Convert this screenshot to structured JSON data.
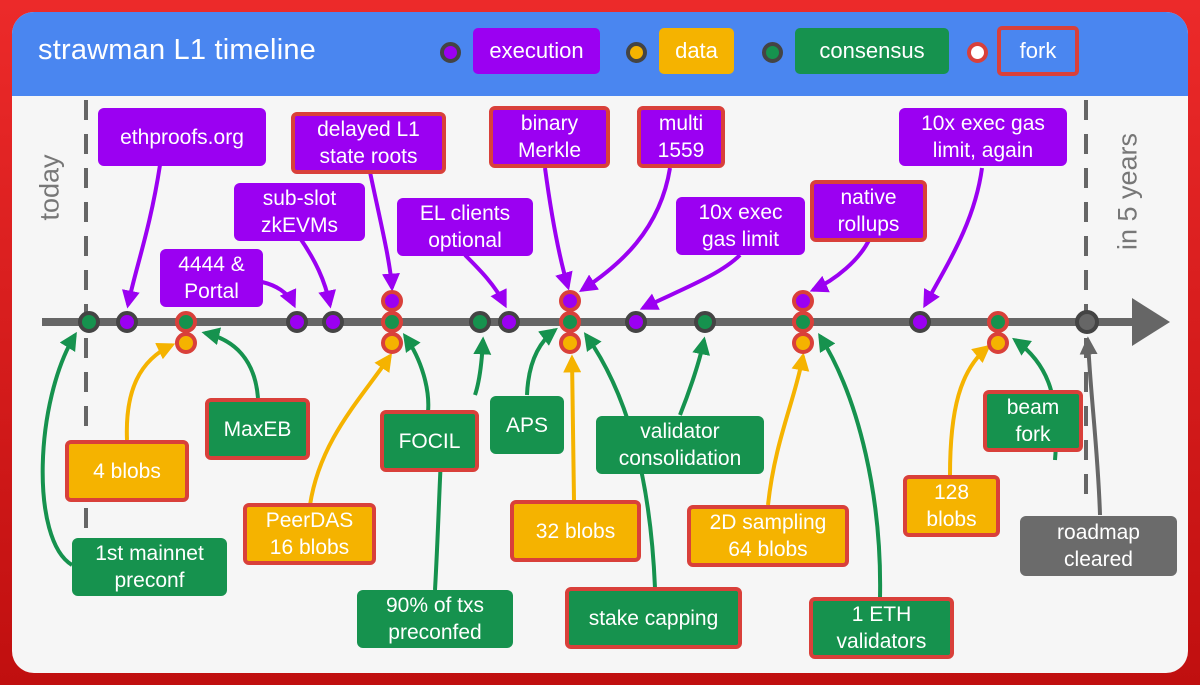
{
  "title": "strawman L1 timeline",
  "legend": {
    "execution": "execution",
    "data": "data",
    "consensus": "consensus",
    "fork": "fork"
  },
  "colors": {
    "execution": "#9b00f2",
    "data": "#f5b300",
    "consensus": "#16924e",
    "fork": "#d9403a",
    "axis": "#666666",
    "header": "#4a86f0",
    "frame": "#d41515"
  },
  "axis_labels": {
    "today": "today",
    "in_5_years": "in 5 years"
  },
  "labels": {
    "ethproofs": "ethproofs.org",
    "delayed_roots": "delayed L1\nstate roots",
    "binary_merkle": "binary\nMerkle",
    "multi_1559": "multi\n1559",
    "exec_gas_again": "10x exec gas\nlimit, again",
    "subslot_zkevms": "sub-slot\nzkEVMs",
    "el_clients_optional": "EL clients\noptional",
    "exec_gas_10x": "10x exec\ngas limit",
    "native_rollups": "native\nrollups",
    "eip4444_portal": "4444 &\nPortal",
    "maxeb": "MaxEB",
    "four_blobs": "4 blobs",
    "focil": "FOCIL",
    "aps": "APS",
    "validator_consolidation": "validator\nconsolidation",
    "beam_fork": "beam\nfork",
    "peerdas": "PeerDAS\n16 blobs",
    "thirtytwo_blobs": "32 blobs",
    "sampling_2d": "2D sampling\n64 blobs",
    "blobs_128": "128\nblobs",
    "first_preconf": "1st mainnet\npreconf",
    "txs_preconfed": "90% of txs\npreconfed",
    "stake_capping": "stake capping",
    "one_eth_validators": "1 ETH\nvalidators",
    "roadmap_cleared": "roadmap\ncleared"
  }
}
